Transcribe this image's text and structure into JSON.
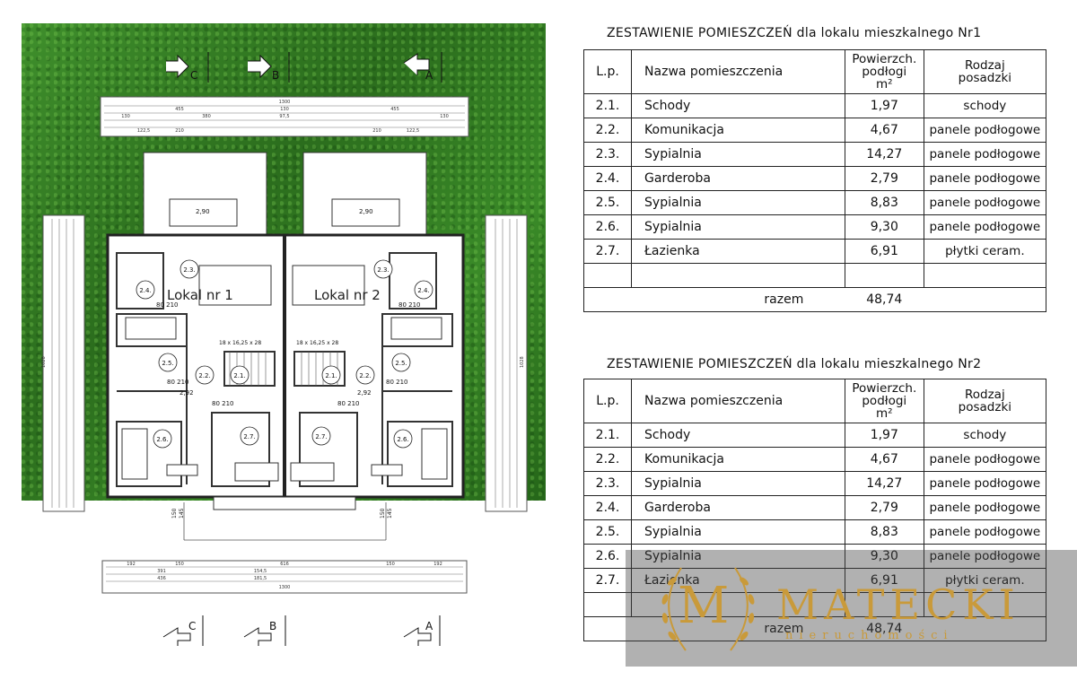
{
  "plan": {
    "section_markers": [
      "C",
      "B",
      "A"
    ],
    "unit_labels": [
      "Lokal nr 1",
      "Lokal nr 2"
    ],
    "room_tags_left": [
      "2.3.",
      "2.4.",
      "2.5.",
      "2.2.",
      "2.1.",
      "2.6.",
      "2.7."
    ],
    "room_tags_right": [
      "2.3.",
      "2.4.",
      "2.5.",
      "2.2.",
      "2.1.",
      "2.6.",
      "2.7."
    ],
    "level_labels": [
      "2,90",
      "2,90",
      "2,92",
      "2,92"
    ],
    "stair_labels": [
      "18 x 16,25 x 28",
      "18 x 16,25 x 28"
    ],
    "door_labels": [
      "80 210",
      "80 210",
      "80 210",
      "80 210",
      "80 210",
      "80 210"
    ],
    "dim_top": [
      "1300",
      "455",
      "130",
      "455",
      "130",
      "130",
      "380",
      "97,5",
      "210",
      "122,5",
      "210",
      "122,5"
    ],
    "dim_bottom": [
      "192",
      "150",
      "616",
      "150",
      "192",
      "391",
      "436",
      "154,5",
      "181,5",
      "1300"
    ],
    "dim_side": [
      "150",
      "145",
      "150",
      "145",
      "1028",
      "1028"
    ]
  },
  "tables": [
    {
      "title": "ZESTAWIENIE    POMIESZCZEŃ  dla lokalu mieszkalnego Nr1",
      "headers": {
        "lp": "L.p.",
        "name": "Nazwa pomieszczenia",
        "area_line1": "Powierzch.",
        "area_line2": "podłogi",
        "area_unit": "m²",
        "floor_line1": "Rodzaj",
        "floor_line2": "posadzki"
      },
      "rows": [
        {
          "lp": "2.1.",
          "name": "Schody",
          "area": "1,97",
          "floor": "schody"
        },
        {
          "lp": "2.2.",
          "name": "Komunikacja",
          "area": "4,67",
          "floor": "panele podłogowe"
        },
        {
          "lp": "2.3.",
          "name": "Sypialnia",
          "area": "14,27",
          "floor": "panele podłogowe"
        },
        {
          "lp": "2.4.",
          "name": "Garderoba",
          "area": "2,79",
          "floor": "panele podłogowe"
        },
        {
          "lp": "2.5.",
          "name": "Sypialnia",
          "area": "8,83",
          "floor": "panele podłogowe"
        },
        {
          "lp": "2.6.",
          "name": "Sypialnia",
          "area": "9,30",
          "floor": "panele podłogowe"
        },
        {
          "lp": "2.7.",
          "name": "Łazienka",
          "area": "6,91",
          "floor": "płytki  ceram."
        }
      ],
      "total_label": "razem",
      "total_value": "48,74"
    },
    {
      "title": "ZESTAWIENIE    POMIESZCZEŃ  dla lokalu mieszkalnego Nr2",
      "headers": {
        "lp": "L.p.",
        "name": "Nazwa pomieszczenia",
        "area_line1": "Powierzch.",
        "area_line2": "podłogi",
        "area_unit": "m²",
        "floor_line1": "Rodzaj",
        "floor_line2": "posadzki"
      },
      "rows": [
        {
          "lp": "2.1.",
          "name": "Schody",
          "area": "1,97",
          "floor": "schody"
        },
        {
          "lp": "2.2.",
          "name": "Komunikacja",
          "area": "4,67",
          "floor": "panele podłogowe"
        },
        {
          "lp": "2.3.",
          "name": "Sypialnia",
          "area": "14,27",
          "floor": "panele podłogowe"
        },
        {
          "lp": "2.4.",
          "name": "Garderoba",
          "area": "2,79",
          "floor": "panele podłogowe"
        },
        {
          "lp": "2.5.",
          "name": "Sypialnia",
          "area": "8,83",
          "floor": "panele podłogowe"
        },
        {
          "lp": "2.6.",
          "name": "Sypialnia",
          "area": "9,30",
          "floor": "panele podłogowe"
        },
        {
          "lp": "2.7.",
          "name": "Łazienka",
          "area": "6,91",
          "floor": "płytki  ceram."
        }
      ],
      "total_label": "razem",
      "total_value": "48,74"
    }
  ],
  "watermark": {
    "brand": "MATECKI",
    "monogram": "M",
    "tagline": "nieruchomości",
    "color": "#c99a3a"
  }
}
